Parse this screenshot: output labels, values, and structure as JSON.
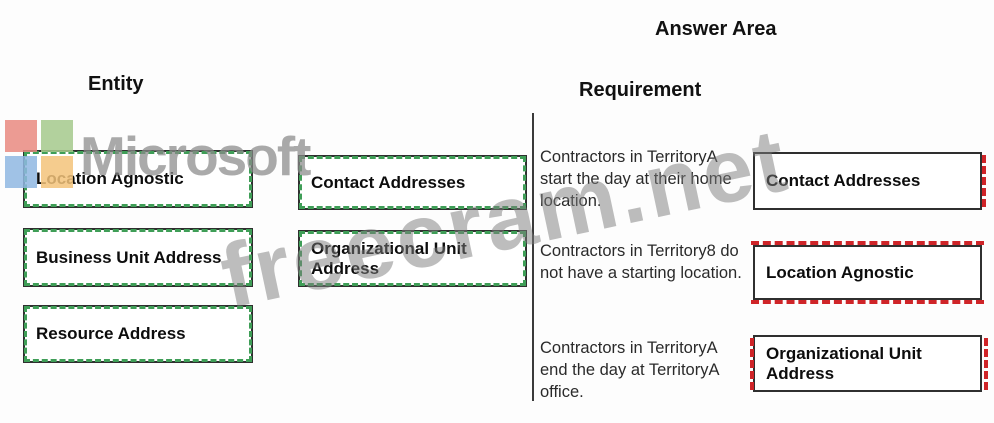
{
  "page": {
    "answer_area_title": "Answer Area",
    "entity_heading": "Entity",
    "requirement_heading": "Requirement"
  },
  "entities": {
    "column1": [
      "Location Agnostic",
      "Business Unit Address",
      "Resource Address"
    ],
    "column2": [
      "Contact Addresses",
      "Organizational Unit Address"
    ]
  },
  "answers": [
    {
      "requirement": "Contractors in TerritoryA start the day at their home location.",
      "answer": "Contact Addresses"
    },
    {
      "requirement": "Contractors in Territory8 do not have a starting location.",
      "answer": "Location Agnostic"
    },
    {
      "requirement": "Contractors in TerritoryA end the day at TerritoryA office.",
      "answer": "Organizational Unit Address"
    }
  ],
  "watermarks": {
    "brand": "Microsoft",
    "site": "freecram.net"
  },
  "colors": {
    "box_border": "#2f2f2f",
    "source_dash_green": "#3f9e57",
    "target_dash_red": "#cf2428",
    "logo_red": "#e98a80",
    "logo_green": "#a5c98c",
    "logo_blue": "#8fb7e2",
    "logo_orange": "#f3c37a",
    "watermark_gray": "#8a8a8a"
  }
}
